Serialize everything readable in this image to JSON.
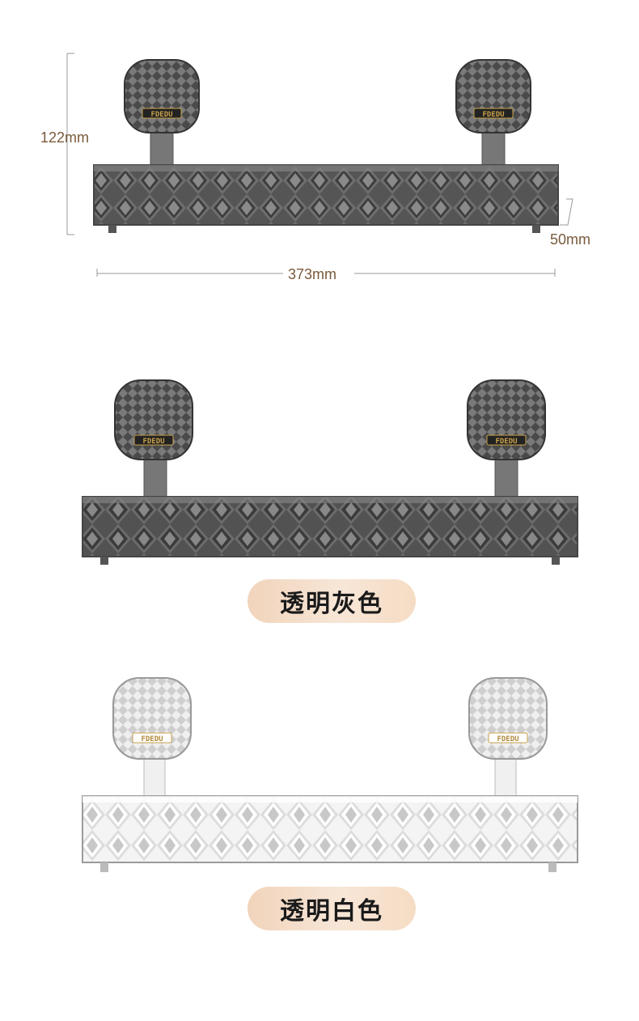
{
  "dimensions": {
    "height_label": "122mm",
    "depth_label": "50mm",
    "width_label": "373mm"
  },
  "brand_mark": "FDEDU",
  "variants": [
    {
      "label": "透明灰色",
      "tint": "#3a3a3a"
    },
    {
      "label": "透明白色",
      "tint": "#e8e8e8"
    }
  ],
  "colors": {
    "dimension_text": "#7a5a3c",
    "pill_gradient": [
      "#f1d4bb",
      "#f7e6d7"
    ],
    "gold": "#c9a24a"
  }
}
